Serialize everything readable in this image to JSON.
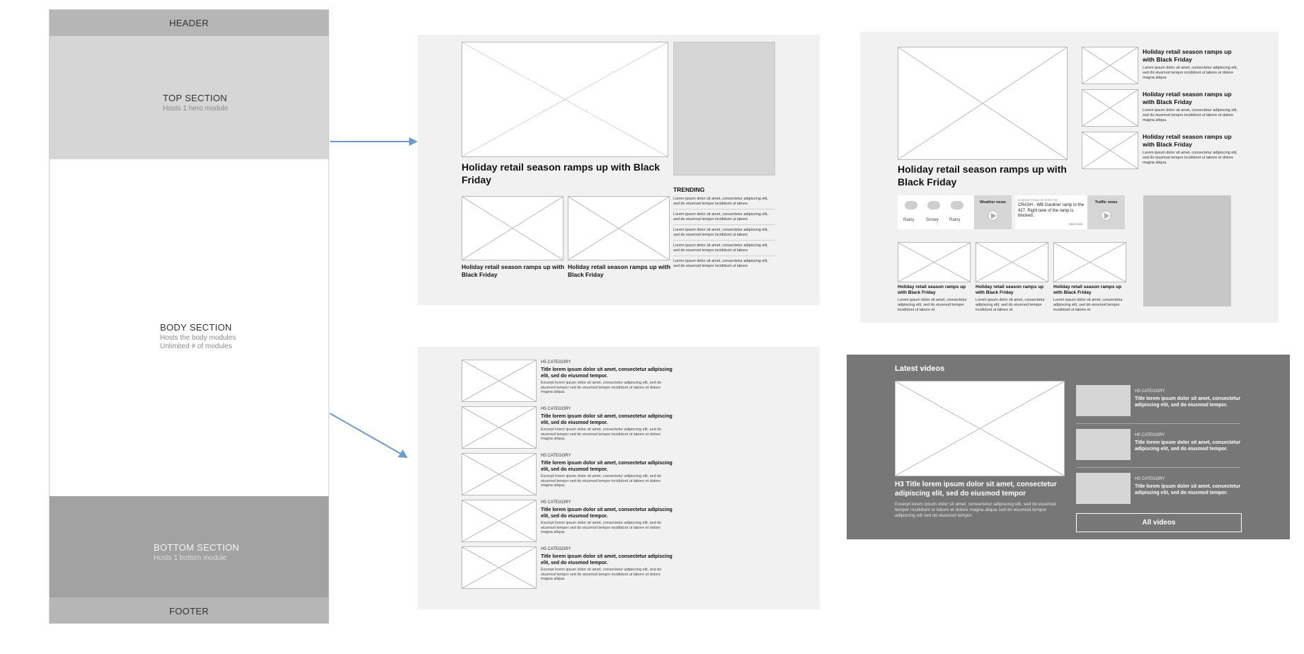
{
  "sitemap": {
    "header": "HEADER",
    "top": {
      "title": "TOP SECTION",
      "subtitle": "Hosts 1 hero module"
    },
    "body": {
      "title": "BODY SECTION",
      "subtitle1": "Hosts the body modules",
      "subtitle2": "Unlimited # of modules"
    },
    "bottom": {
      "title": "BOTTOM SECTION",
      "subtitle": "Hosts 1 bottom module"
    },
    "footer": "FOOTER"
  },
  "hero1": {
    "headline": "Holiday retail season ramps up with Black Friday",
    "card1_title": "Holiday retail season ramps up with Black Friday",
    "card2_title": "Holiday retail season ramps up with Black Friday",
    "trending_label": "TRENDING",
    "trending_items": [
      "Lorem ipsum dolor sit amet, consectetur adipiscing elit, sed do eiusmod tempor incididunt ut labore",
      "Lorem ipsum dolor sit amet, consectetur adipiscing elit, sed do eiusmod tempor incididunt ut labore",
      "Lorem ipsum dolor sit amet, consectetur adipiscing elit, sed do eiusmod tempor incididunt ut labore",
      "Lorem ipsum dolor sit amet, consectetur adipiscing elit, sed do eiusmod tempor incididunt ut labore",
      "Lorem ipsum dolor sit amet, consectetur adipiscing elit, sed do eiusmod tempor incididunt ut labore"
    ]
  },
  "hero2": {
    "headline": "Holiday retail season ramps up with Black Friday",
    "side_items": [
      {
        "title": "Holiday retail season ramps up with Black Friday",
        "body": "Lorem ipsum dolor sit amet, consectetur adipiscing elit, sed do eiusmod tempor incididunt ut labore et dolore magna aliqua."
      },
      {
        "title": "Holiday retail season ramps up with Black Friday",
        "body": "Lorem ipsum dolor sit amet, consectetur adipiscing elit, sed do eiusmod tempor incididunt ut labore et dolore magna aliqua."
      },
      {
        "title": "Holiday retail season ramps up with Black Friday",
        "body": "Lorem ipsum dolor sit amet, consectetur adipiscing elit, sed do eiusmod tempor incididunt ut labore et dolore magna aliqua."
      }
    ],
    "weather": {
      "days": [
        "Rainy",
        "Snowy",
        "Rainy"
      ],
      "label": "Weather news"
    },
    "traffic": {
      "updated": "Updated Today at 00:00 AM",
      "text": "CRASH - WB Gardiner ramp to the 427. Right lane of the ramp is blocked.",
      "see_more": "See more",
      "label": "Traffic news"
    },
    "cards": [
      {
        "title": "Holiday retail season ramps up with Black Friday",
        "body": "Lorem ipsum dolor sit amet, consectetur adipiscing elit, sed do eiusmod tempor incididunt ut labore et"
      },
      {
        "title": "Holiday retail season ramps up with Black Friday",
        "body": "Lorem ipsum dolor sit amet, consectetur adipiscing elit, sed do eiusmod tempor incididunt ut labore et"
      },
      {
        "title": "Holiday retail season ramps up with Black Friday",
        "body": "Lorem ipsum dolor sit amet, consectetur adipiscing elit, sed do eiusmod tempor incididunt ut labore et"
      }
    ]
  },
  "list_module": {
    "items": [
      {
        "category": "H5 CATEGORY",
        "title": "Title lorem ipsum dolor sit amet, consectetur adipiscing elit, sed do eiusmod tempor.",
        "excerpt": "Excerpt lorem ipsum dolor sit amet, consectetur adipiscing elit, sed do eiusmod tempor sed do eiusmod tempor incididunt ut labore et dolore magna aliqua."
      },
      {
        "category": "H5 CATEGORY",
        "title": "Title lorem ipsum dolor sit amet, consectetur adipiscing elit, sed do eiusmod tempor.",
        "excerpt": "Excerpt lorem ipsum dolor sit amet, consectetur adipiscing elit, sed do eiusmod tempor sed do eiusmod tempor incididunt ut labore et dolore magna aliqua."
      },
      {
        "category": "H5 CATEGORY",
        "title": "Title lorem ipsum dolor sit amet, consectetur adipiscing elit, sed do eiusmod tempor.",
        "excerpt": "Excerpt lorem ipsum dolor sit amet, consectetur adipiscing elit, sed do eiusmod tempor sed do eiusmod tempor incididunt ut labore et dolore magna aliqua."
      },
      {
        "category": "H5 CATEGORY",
        "title": "Title lorem ipsum dolor sit amet, consectetur adipiscing elit, sed do eiusmod tempor.",
        "excerpt": "Excerpt lorem ipsum dolor sit amet, consectetur adipiscing elit, sed do eiusmod tempor sed do eiusmod tempor incididunt ut labore et dolore magna aliqua."
      },
      {
        "category": "H5 CATEGORY",
        "title": "Title lorem ipsum dolor sit amet, consectetur adipiscing elit, sed do eiusmod tempor.",
        "excerpt": "Excerpt lorem ipsum dolor sit amet, consectetur adipiscing elit, sed do eiusmod tempor sed do eiusmod tempor incididunt ut labore et dolore magna aliqua."
      }
    ]
  },
  "videos_module": {
    "heading": "Latest videos",
    "main_title": "H3 Title lorem ipsum dolor sit amet, consectetur adipiscing elit, sed do eiusmod tempor",
    "main_excerpt": "Excerpt lorem ipsum dolor sit amet, consectetur adipiscing elit, sed do eiusmod tempor incididunt ut labore et dolore magna aliqua sed do eiusmod tempor adipiscing elit sed do eiusmod tempor.",
    "items": [
      {
        "category": "H5 CATEGORY",
        "title": "Title lorem ipsum dolor sit amet, consectetur adipiscing elit, sed do eiusmod tempor."
      },
      {
        "category": "H5 CATEGORY",
        "title": "Title lorem ipsum dolor sit amet, consectetur adipiscing elit, sed do eiusmod tempor."
      },
      {
        "category": "H5 CATEGORY",
        "title": "Title lorem ipsum dolor sit amet, consectetur adipiscing elit, sed do eiusmod tempor."
      }
    ],
    "all_button": "All videos"
  },
  "colors": {
    "panel_bg": "#f1f1f1",
    "dark_panel_bg": "#777777",
    "arrow": "#6e9ad0",
    "section_top": "#d6d6d6",
    "section_bottom": "#a2a2a2",
    "header_footer": "#b6b6b6"
  }
}
